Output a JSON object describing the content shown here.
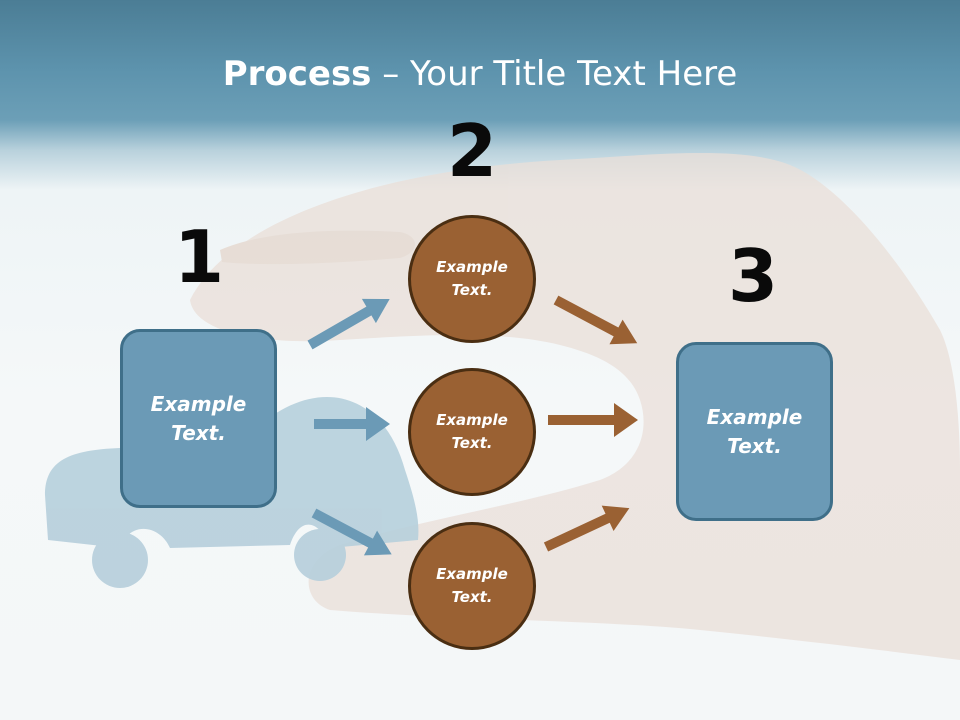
{
  "title": {
    "bold": "Process",
    "rest": " – Your Title Text Here"
  },
  "steps": [
    {
      "number": "1",
      "label": "Example\nText."
    },
    {
      "number": "2"
    },
    {
      "number": "3",
      "label": "Example\nText."
    }
  ],
  "circles": [
    {
      "label": "Example\nText."
    },
    {
      "label": "Example\nText."
    },
    {
      "label": "Example\nText."
    }
  ],
  "colors": {
    "box_fill": "#6b9ab6",
    "circle_fill": "#9a6133",
    "blue_arrow": "#6b9ab6",
    "brown_arrow": "#9a6133",
    "header": "#5d93ad"
  }
}
